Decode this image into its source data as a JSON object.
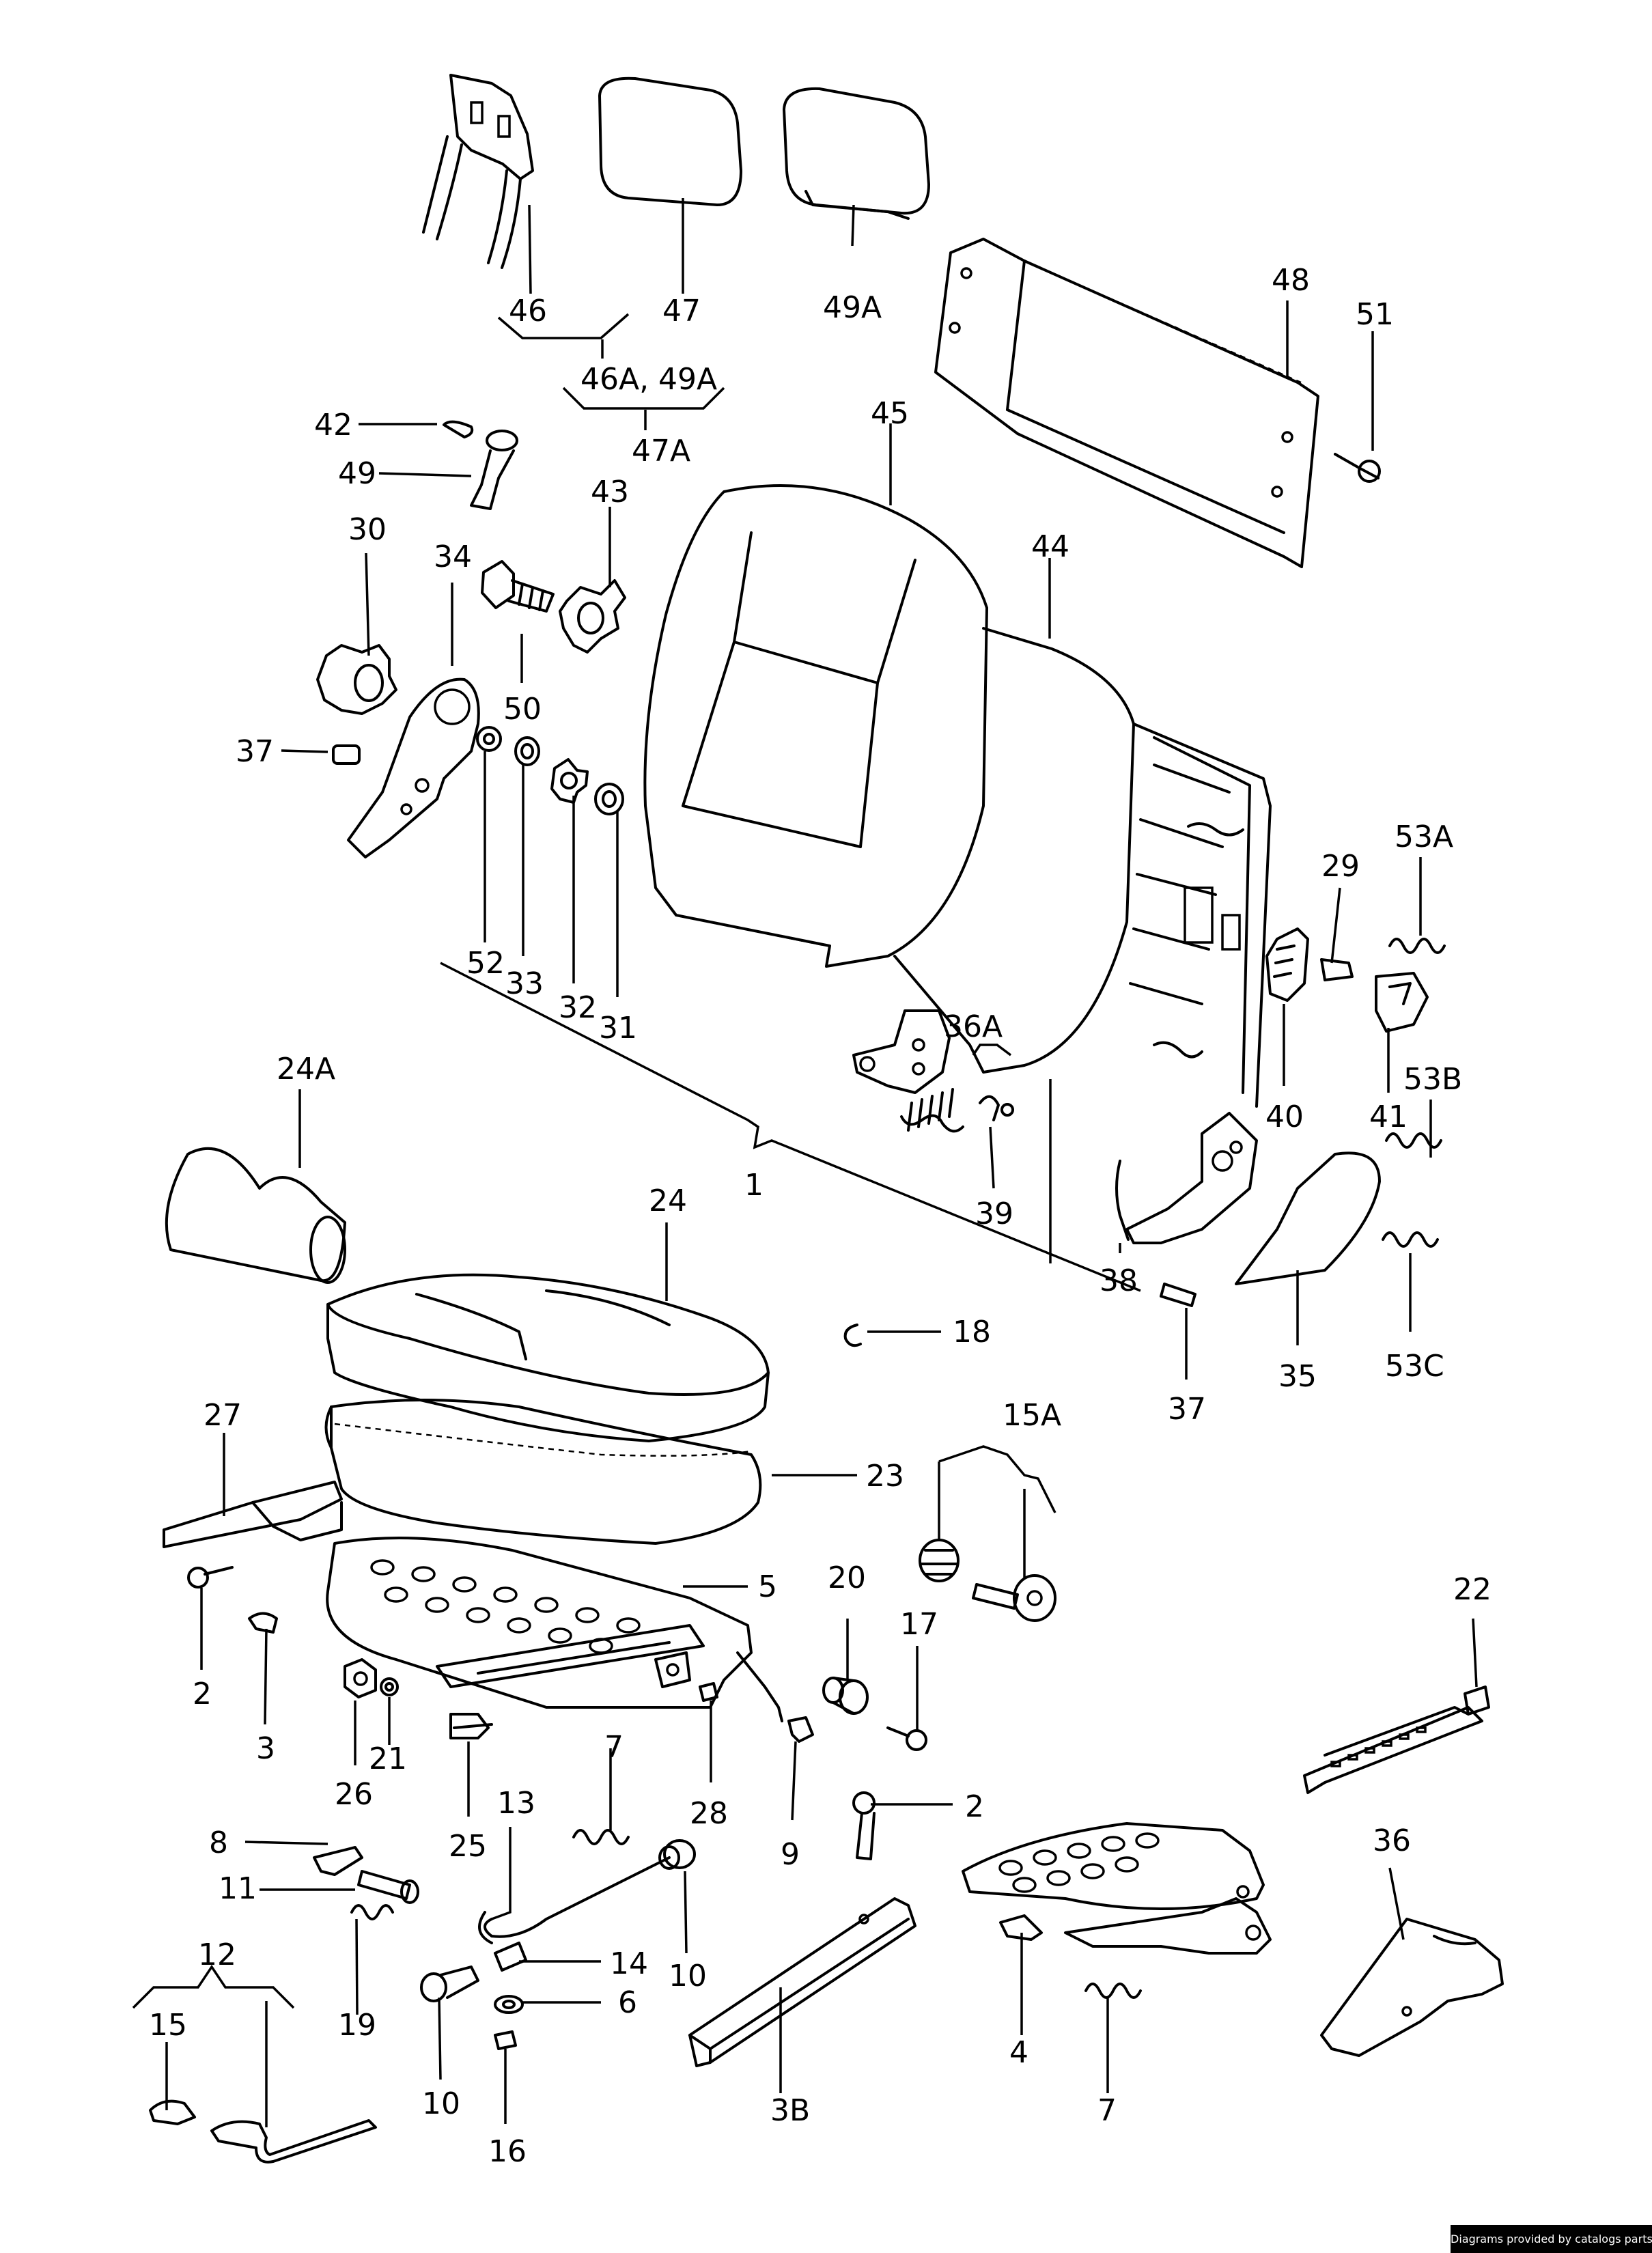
{
  "diagram": {
    "labels": [
      {
        "id": "46",
        "text": "46"
      },
      {
        "id": "47",
        "text": "47"
      },
      {
        "id": "49A",
        "text": "49A"
      },
      {
        "id": "46A-49A",
        "text": "46A, 49A"
      },
      {
        "id": "47A",
        "text": "47A"
      },
      {
        "id": "48",
        "text": "48"
      },
      {
        "id": "51",
        "text": "51"
      },
      {
        "id": "42",
        "text": "42"
      },
      {
        "id": "49",
        "text": "49"
      },
      {
        "id": "45",
        "text": "45"
      },
      {
        "id": "43",
        "text": "43"
      },
      {
        "id": "30",
        "text": "30"
      },
      {
        "id": "34",
        "text": "34"
      },
      {
        "id": "44",
        "text": "44"
      },
      {
        "id": "50",
        "text": "50"
      },
      {
        "id": "37-top",
        "text": "37"
      },
      {
        "id": "52",
        "text": "52"
      },
      {
        "id": "33",
        "text": "33"
      },
      {
        "id": "32",
        "text": "32"
      },
      {
        "id": "31",
        "text": "31"
      },
      {
        "id": "29",
        "text": "29"
      },
      {
        "id": "53A",
        "text": "53A"
      },
      {
        "id": "36A",
        "text": "36A"
      },
      {
        "id": "40",
        "text": "40"
      },
      {
        "id": "41",
        "text": "41"
      },
      {
        "id": "53B",
        "text": "53B"
      },
      {
        "id": "24A",
        "text": "24A"
      },
      {
        "id": "1",
        "text": "1"
      },
      {
        "id": "39",
        "text": "39"
      },
      {
        "id": "24",
        "text": "24"
      },
      {
        "id": "38",
        "text": "38"
      },
      {
        "id": "35",
        "text": "35"
      },
      {
        "id": "53C",
        "text": "53C"
      },
      {
        "id": "18",
        "text": "18"
      },
      {
        "id": "37-bottom",
        "text": "37"
      },
      {
        "id": "27",
        "text": "27"
      },
      {
        "id": "15A",
        "text": "15A"
      },
      {
        "id": "23",
        "text": "23"
      },
      {
        "id": "5",
        "text": "5"
      },
      {
        "id": "20",
        "text": "20"
      },
      {
        "id": "17",
        "text": "17"
      },
      {
        "id": "22",
        "text": "22"
      },
      {
        "id": "2-left",
        "text": "2"
      },
      {
        "id": "3",
        "text": "3"
      },
      {
        "id": "26",
        "text": "26"
      },
      {
        "id": "21",
        "text": "21"
      },
      {
        "id": "25",
        "text": "25"
      },
      {
        "id": "28",
        "text": "28"
      },
      {
        "id": "9",
        "text": "9"
      },
      {
        "id": "7-mid",
        "text": "7"
      },
      {
        "id": "2-right",
        "text": "2"
      },
      {
        "id": "8",
        "text": "8"
      },
      {
        "id": "13",
        "text": "13"
      },
      {
        "id": "11",
        "text": "11"
      },
      {
        "id": "36",
        "text": "36"
      },
      {
        "id": "19",
        "text": "19"
      },
      {
        "id": "12",
        "text": "12"
      },
      {
        "id": "14",
        "text": "14"
      },
      {
        "id": "10-mid",
        "text": "10"
      },
      {
        "id": "6",
        "text": "6"
      },
      {
        "id": "15",
        "text": "15"
      },
      {
        "id": "4",
        "text": "4"
      },
      {
        "id": "10-low",
        "text": "10"
      },
      {
        "id": "3B",
        "text": "3B"
      },
      {
        "id": "7-low",
        "text": "7"
      },
      {
        "id": "16",
        "text": "16"
      }
    ]
  },
  "footer": {
    "credit": "Diagrams provided by catalogs parts"
  }
}
